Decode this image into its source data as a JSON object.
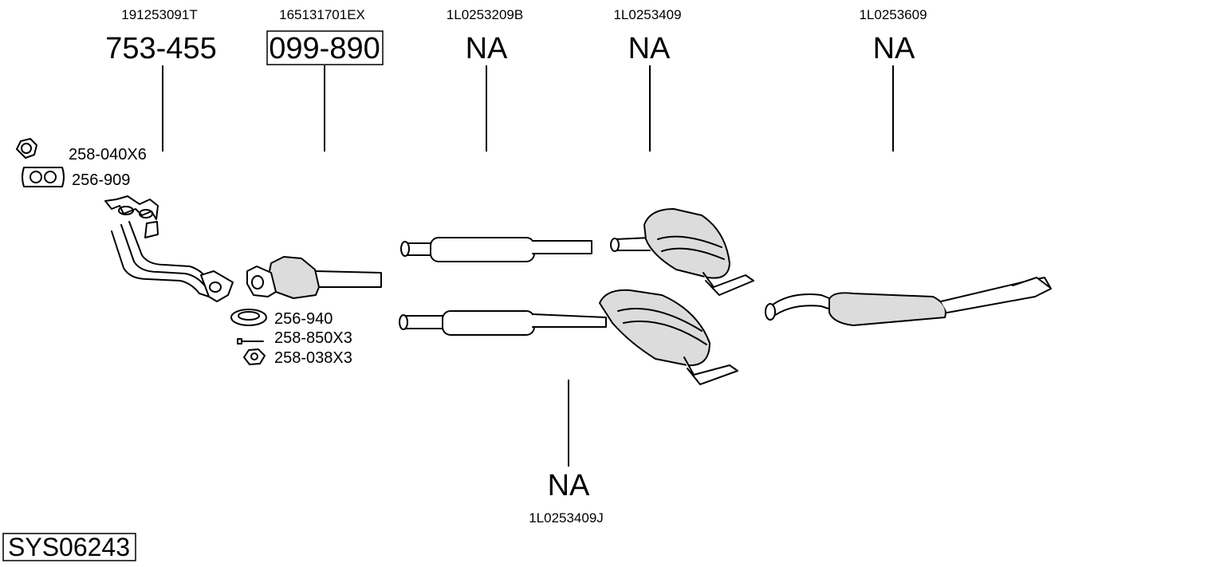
{
  "system_code": "SYS06243",
  "parts": [
    {
      "oe_number": "191253091T",
      "part_number": "753-455",
      "boxed": false
    },
    {
      "oe_number": "165131701EX",
      "part_number": "099-890",
      "boxed": true
    },
    {
      "oe_number": "1L0253209B",
      "part_number": "NA",
      "boxed": false
    },
    {
      "oe_number": "1L0253409",
      "part_number": "NA",
      "boxed": false
    },
    {
      "oe_number": "1L0253609",
      "part_number": "NA",
      "boxed": false
    },
    {
      "oe_number": "1L0253409J",
      "part_number": "NA",
      "boxed": false
    }
  ],
  "accessories": [
    {
      "label": "258-040X6",
      "icon": "hex-nut-icon"
    },
    {
      "label": "256-909",
      "icon": "manifold-gasket-icon"
    },
    {
      "label": "256-940",
      "icon": "ring-gasket-icon"
    },
    {
      "label": "258-850X3",
      "icon": "bolt-icon"
    },
    {
      "label": "258-038X3",
      "icon": "flange-nut-icon"
    }
  ]
}
